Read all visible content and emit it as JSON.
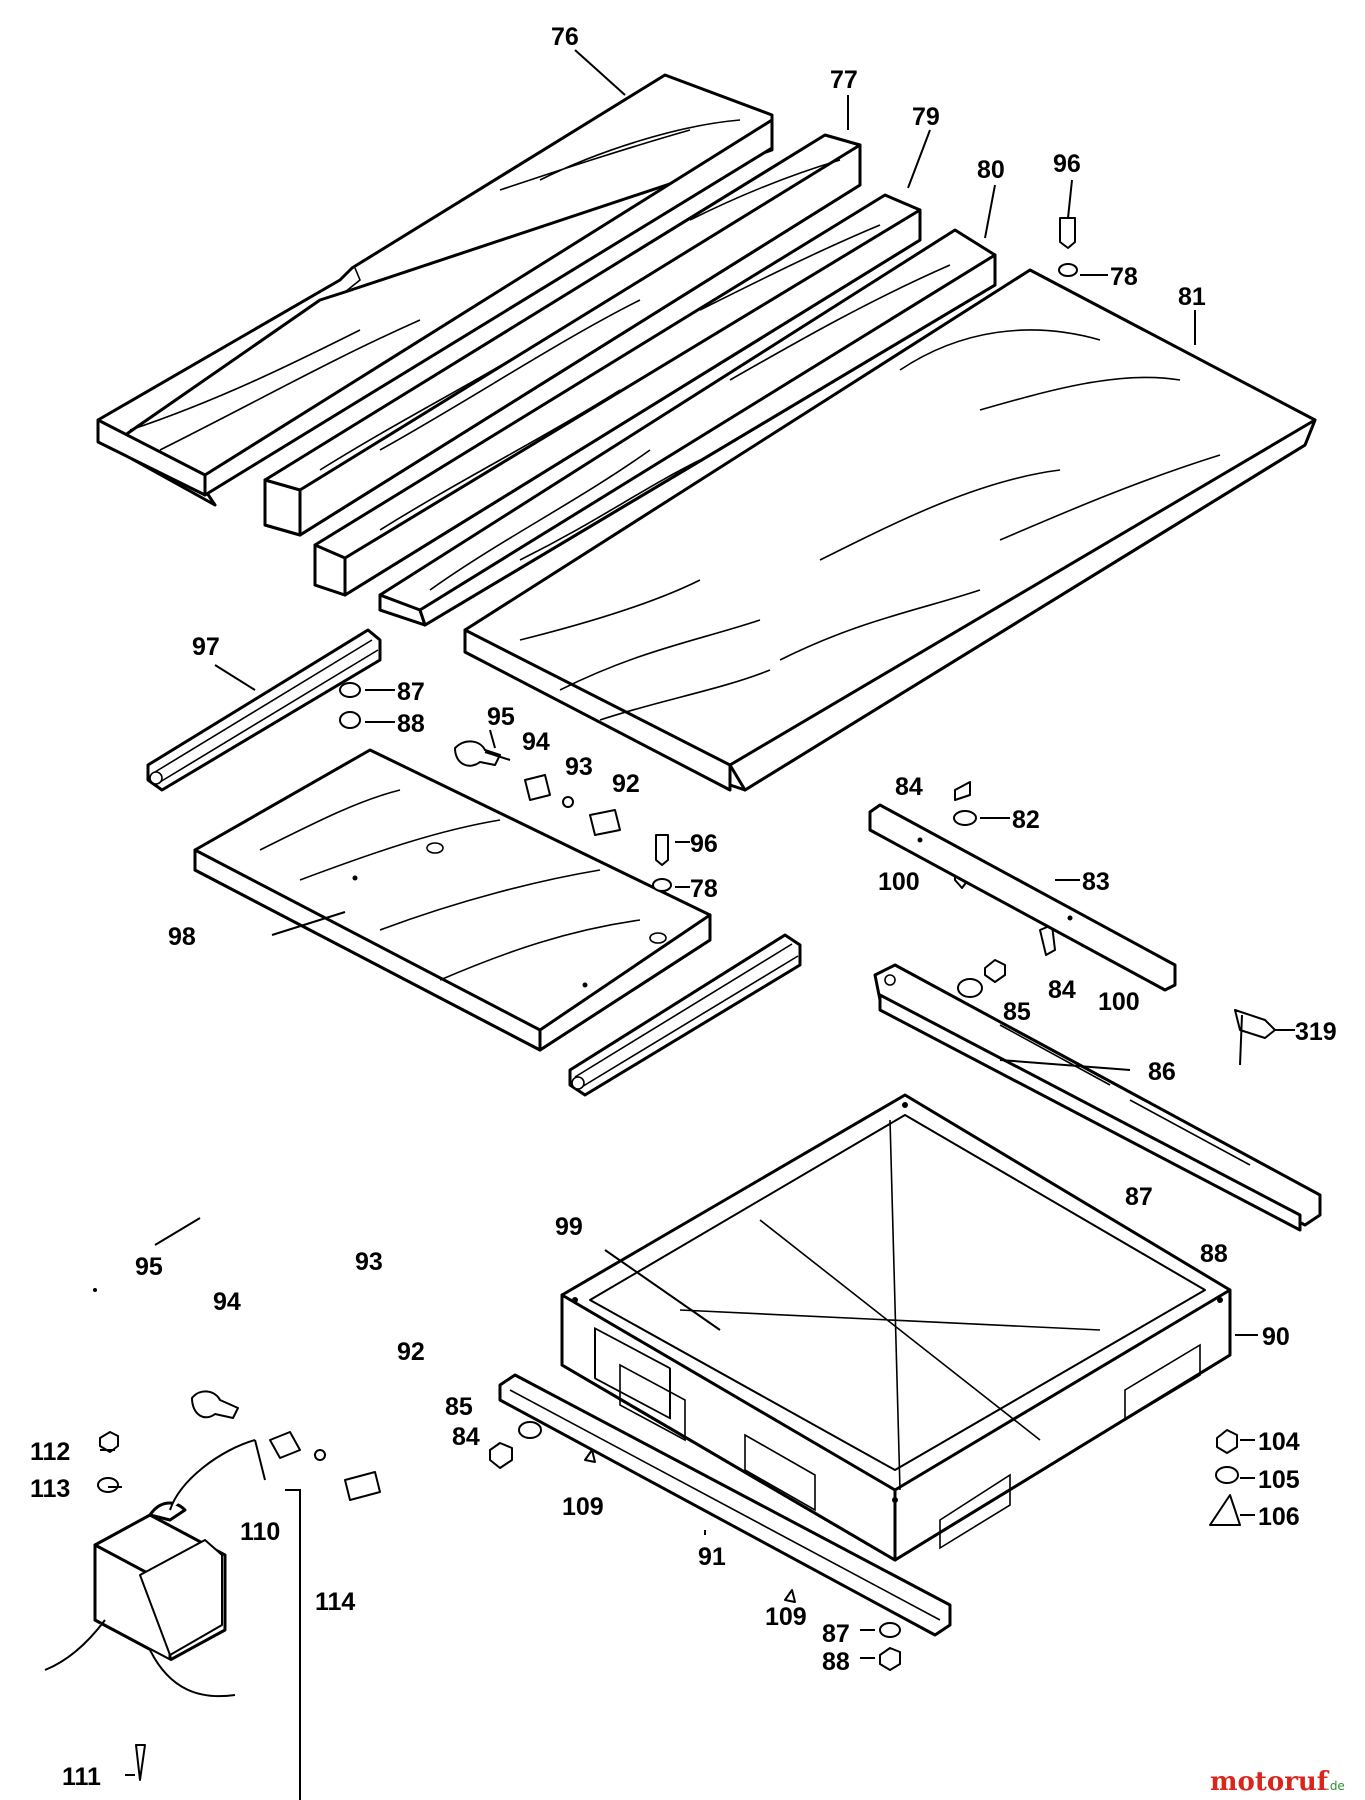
{
  "callouts": [
    {
      "id": "c76",
      "label": "76"
    },
    {
      "id": "c77",
      "label": "77"
    },
    {
      "id": "c79",
      "label": "79"
    },
    {
      "id": "c80",
      "label": "80"
    },
    {
      "id": "c96a",
      "label": "96"
    },
    {
      "id": "c78a",
      "label": "78"
    },
    {
      "id": "c81",
      "label": "81"
    },
    {
      "id": "c97",
      "label": "97"
    },
    {
      "id": "c87a",
      "label": "87"
    },
    {
      "id": "c88a",
      "label": "88"
    },
    {
      "id": "c95a",
      "label": "95"
    },
    {
      "id": "c94a",
      "label": "94"
    },
    {
      "id": "c93a",
      "label": "93"
    },
    {
      "id": "c92a",
      "label": "92"
    },
    {
      "id": "c96b",
      "label": "96"
    },
    {
      "id": "c78b",
      "label": "78"
    },
    {
      "id": "c98",
      "label": "98"
    },
    {
      "id": "c84a",
      "label": "84"
    },
    {
      "id": "c82",
      "label": "82"
    },
    {
      "id": "c83",
      "label": "83"
    },
    {
      "id": "c100a",
      "label": "100"
    },
    {
      "id": "c84b",
      "label": "84"
    },
    {
      "id": "c85a",
      "label": "85"
    },
    {
      "id": "c100b",
      "label": "100"
    },
    {
      "id": "c319",
      "label": "319"
    },
    {
      "id": "c86",
      "label": "86"
    },
    {
      "id": "c87b",
      "label": "87"
    },
    {
      "id": "c88b",
      "label": "88"
    },
    {
      "id": "c99",
      "label": "99"
    },
    {
      "id": "c90",
      "label": "90"
    },
    {
      "id": "c95b",
      "label": "95"
    },
    {
      "id": "c94b",
      "label": "94"
    },
    {
      "id": "c93b",
      "label": "93"
    },
    {
      "id": "c92b",
      "label": "92"
    },
    {
      "id": "c85b",
      "label": "85"
    },
    {
      "id": "c84c",
      "label": "84"
    },
    {
      "id": "c109a",
      "label": "109"
    },
    {
      "id": "c91",
      "label": "91"
    },
    {
      "id": "c109b",
      "label": "109"
    },
    {
      "id": "c87c",
      "label": "87"
    },
    {
      "id": "c88c",
      "label": "88"
    },
    {
      "id": "c104",
      "label": "104"
    },
    {
      "id": "c105",
      "label": "105"
    },
    {
      "id": "c106",
      "label": "106"
    },
    {
      "id": "c112",
      "label": "112"
    },
    {
      "id": "c113",
      "label": "113"
    },
    {
      "id": "c110",
      "label": "110"
    },
    {
      "id": "c114",
      "label": "114"
    },
    {
      "id": "c111",
      "label": "111"
    }
  ],
  "watermark": {
    "brand": "motoruf",
    "suffix": ".de"
  },
  "colors": {
    "line": "#000000",
    "background": "#ffffff",
    "wm_red": "#d9261c",
    "wm_green": "#2f8f2f"
  }
}
